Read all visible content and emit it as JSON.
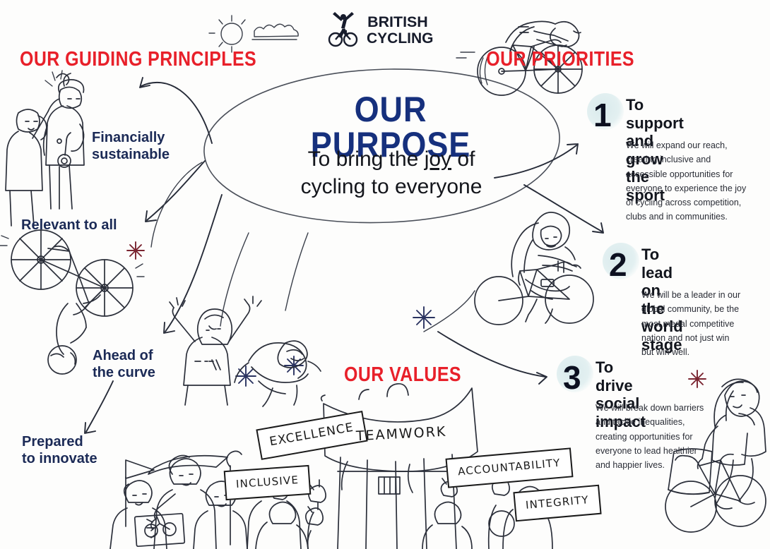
{
  "brand": {
    "logo_line1": "BRITISH",
    "logo_line2": "CYCLING",
    "logo_icon": "cyclist-arms-raised-icon",
    "red": "#e8202a",
    "navy": "#16307d",
    "ink": "#1b2a56",
    "wash_blue": "#dfecee"
  },
  "purpose": {
    "title": "OUR PURPOSE",
    "subtitle_line1_pre": "To bring the ",
    "subtitle_line1_emphasis": "joy",
    "subtitle_line1_post": " of",
    "subtitle_line2": "cycling to everyone",
    "subtitle_full": "To bring the joy of cycling to everyone"
  },
  "principles": {
    "heading": "OUR GUIDING PRINCIPLES",
    "items": [
      {
        "label": "Financially\nsustainable"
      },
      {
        "label": "Relevant to all"
      },
      {
        "label": "Ahead of\nthe curve"
      },
      {
        "label": "Prepared\nto innovate"
      }
    ]
  },
  "priorities": {
    "heading": "OUR PRIORITIES",
    "items": [
      {
        "number": "1",
        "title": "To support and\ngrow the sport",
        "body": "We will expand our reach,\ncreating inclusive and\naccessible opportunities for\neveryone to experience the joy\nof cycling across competition,\nclubs and in communities."
      },
      {
        "number": "2",
        "title": "To lead on\nthe world stage",
        "body": "We will be a leader in our\nglobal community, be the\nmost medal competitive\nnation and not just win\nbut win well."
      },
      {
        "number": "3",
        "title": "To drive\nsocial impact",
        "body": "We will break down barriers\nand tackle inequalities,\ncreating opportunities for\neveryone to lead healthier\nand happier lives."
      }
    ]
  },
  "values": {
    "heading": "OUR VALUES",
    "items": [
      {
        "label": "EXCELLENCE"
      },
      {
        "label": "TEAMWORK"
      },
      {
        "label": "INCLUSIVE"
      },
      {
        "label": "ACCOUNTABILITY"
      },
      {
        "label": "INTEGRITY"
      }
    ]
  },
  "illustrations": [
    {
      "name": "sun-and-cloud-doodle"
    },
    {
      "name": "time-trial-cyclist-illustration"
    },
    {
      "name": "high-five-pair-illustration"
    },
    {
      "name": "bmx-wheelie-cyclist-illustration"
    },
    {
      "name": "hooded-commuter-cyclist-illustration"
    },
    {
      "name": "victory-cyclists-illustration"
    },
    {
      "name": "cheering-crowd-illustration"
    },
    {
      "name": "banner-crowd-illustration"
    },
    {
      "name": "cargo-bike-cyclist-illustration"
    },
    {
      "name": "red-sparkle-doodle"
    },
    {
      "name": "blue-sparkle-doodle"
    },
    {
      "name": "purpose-ellipse-outline"
    }
  ]
}
